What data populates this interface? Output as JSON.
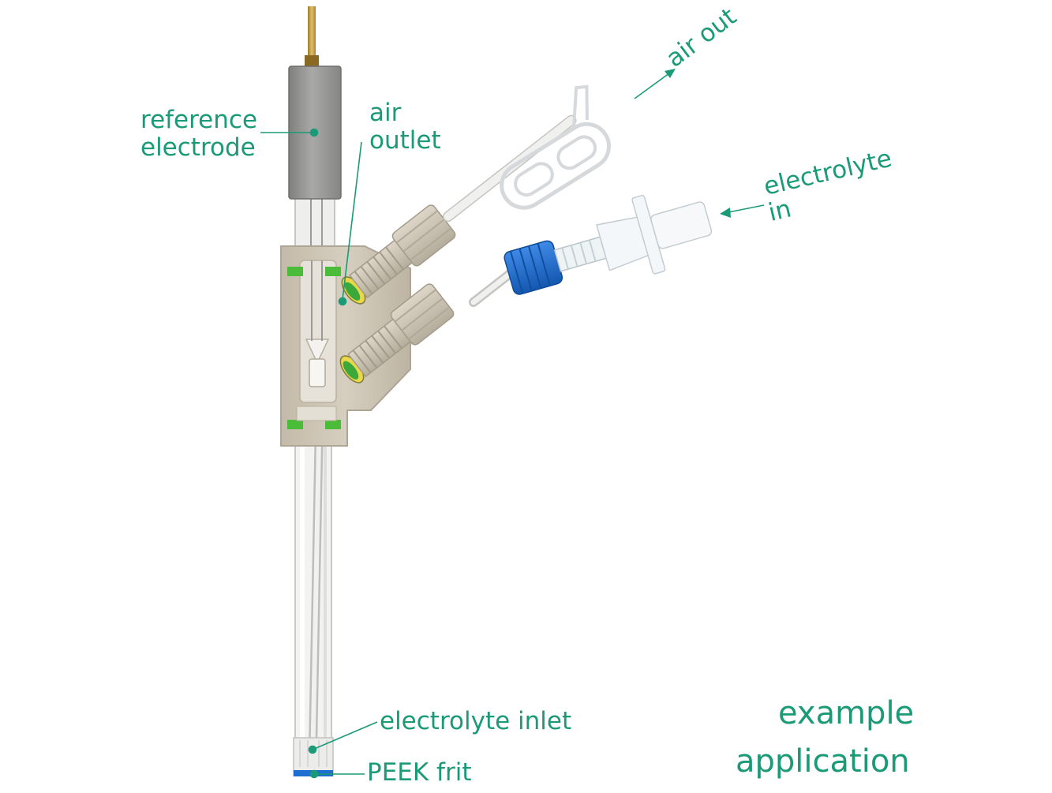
{
  "labels": {
    "reference_electrode_line1": "reference",
    "reference_electrode_line2": "electrode",
    "air_outlet_line1": "air",
    "air_outlet_line2": "outlet",
    "air_out": "air out",
    "electrolyte_in_line1": "electrolyte",
    "electrolyte_in_line2": "in",
    "electrolyte_inlet": "electrolyte inlet",
    "peek_frit": "PEEK frit",
    "example_line1": "example",
    "example_line2": "application"
  },
  "colors": {
    "label_green": "#1b9a77",
    "body_beige": "#cfc6b6",
    "fitting_beige": "#cdc5b5",
    "electrode_grey": "#9a9a98",
    "cap_blue": "#1f6fd0",
    "seal_green": "#4bbb3a",
    "seal_yellow": "#e8d84a",
    "brass": "#c9a24a"
  }
}
